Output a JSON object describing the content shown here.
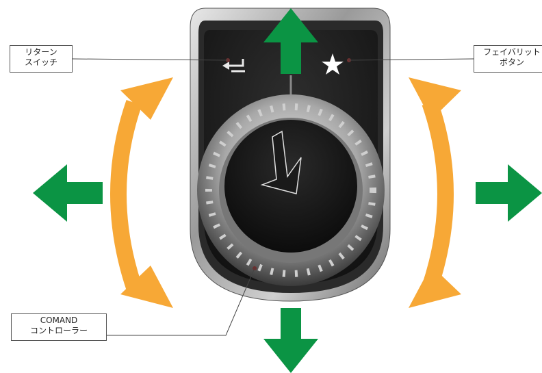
{
  "labels": {
    "return_switch": {
      "line1": "リターン",
      "line2": "スイッチ"
    },
    "favorite_button": {
      "line1": "フェイバリット",
      "line2": "ボタン"
    },
    "comand_controller": {
      "line1": "COMAND",
      "line2": "コントローラー"
    }
  },
  "colors": {
    "arrow_green": "#0b9444",
    "rotate_orange": "#f7a836",
    "housing_dark": "#1c1c1c",
    "knob_face": "#151515"
  },
  "icons": {
    "return": "return-arrow-icon",
    "favorite": "star-icon",
    "press": "press-down-arrow-icon"
  }
}
